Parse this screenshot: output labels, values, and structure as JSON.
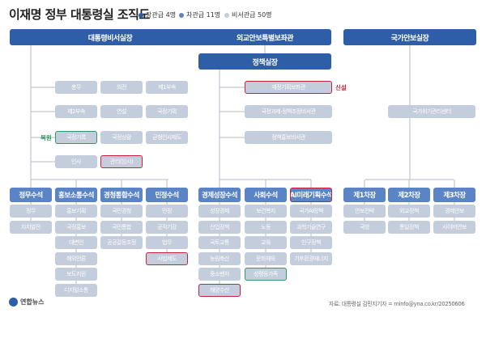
{
  "title": "이재명 정부 대통령실 조직도",
  "legend": [
    {
      "label": "장관급 4명",
      "color": "#2e5ea8"
    },
    {
      "label": "차관급 11명",
      "color": "#5a84c6"
    },
    {
      "label": "비서관급 50명",
      "color": "#c3cddc"
    }
  ],
  "top": {
    "chief_secretary": "대통령비서실장",
    "national_security": "외교안보특별보좌관",
    "national_security_office": "국가안보실장",
    "policy_chief": "정책실장"
  },
  "chief_staff_units": [
    [
      "총무",
      "의전",
      "제1부속"
    ],
    [
      "제2부속",
      "연설",
      "국정기획"
    ],
    [
      "국정기록",
      "국정상황",
      "균형인사제도"
    ],
    [
      "인사",
      "관리(임시)"
    ]
  ],
  "policy_units": [
    "재정기획보좌관",
    "국정과제·정책조정비서관",
    "정책홍보비서관"
  ],
  "security_units": [
    "국가위기관리센터"
  ],
  "notes": {
    "new": "신설",
    "restored": "복원"
  },
  "senior_secretaries": [
    {
      "name": "정무수석",
      "units": [
        "정무",
        "자치발전"
      ]
    },
    {
      "name": "홍보소통수석",
      "units": [
        "홍보기획",
        "국정홍보",
        "대변인",
        "해외언론",
        "보도지원",
        "디지털소통"
      ]
    },
    {
      "name": "경청통합수석",
      "units": [
        "국민경청",
        "국민통합",
        "공공갈등조정"
      ]
    },
    {
      "name": "민정수석",
      "units": [
        "민정",
        "공직기강",
        "법무",
        "사법제도"
      ]
    },
    {
      "name": "경제성장수석",
      "units": [
        "성장경제",
        "산업정책",
        "국토교통",
        "농림축산",
        "중소벤처",
        "해양수산"
      ]
    },
    {
      "name": "사회수석",
      "units": [
        "보건복지",
        "노동",
        "교육",
        "문화체육",
        "성평등가족"
      ]
    },
    {
      "name": "AI미래기획수석",
      "units": [
        "국가AI정책",
        "과학기술연구",
        "인구정책",
        "기후환경에너지"
      ]
    },
    {
      "name": "제1차장",
      "units": [
        "안보전략",
        "국방"
      ]
    },
    {
      "name": "제2차장",
      "units": [
        "외교정책",
        "통일정책"
      ]
    },
    {
      "name": "제3차장",
      "units": [
        "경제안보",
        "사이버안보"
      ]
    }
  ],
  "source": "자료: 대통령실    김민지기자 = minfo@yna.co.kr/20250606",
  "logo_text": "연합뉴스"
}
